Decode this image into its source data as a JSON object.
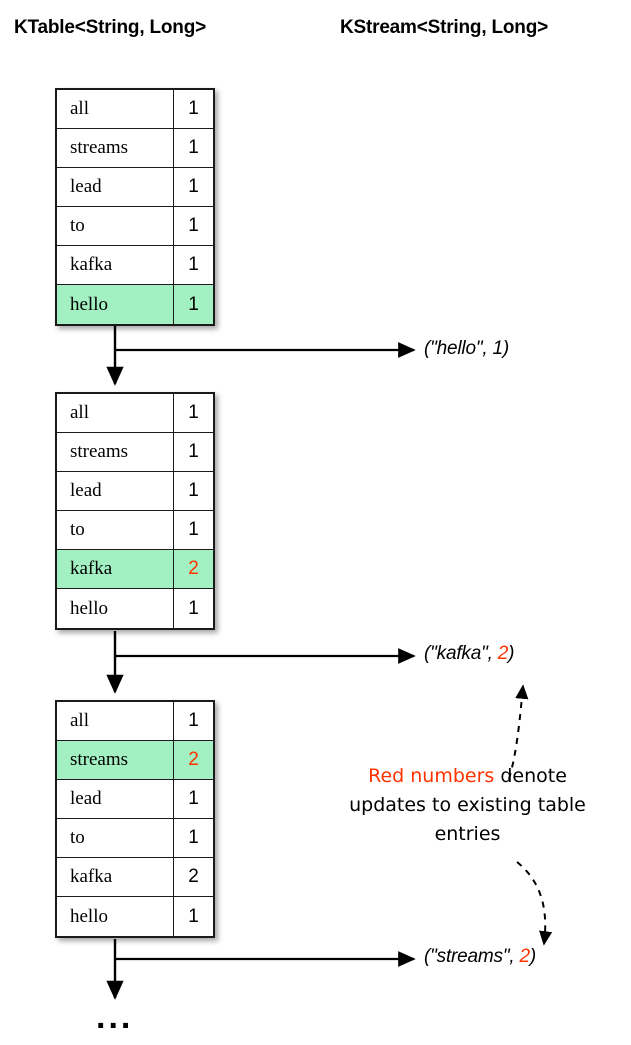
{
  "headers": {
    "ktable": "KTable<String, Long>",
    "kstream": "KStream<String, Long>"
  },
  "colors": {
    "highlight_green": "#a3f0c2",
    "update_red": "#ff3300",
    "line_black": "#1a1a1a",
    "background": "#ffffff"
  },
  "tables": [
    {
      "id": "table-1",
      "rows": [
        {
          "key": "all",
          "value": "1",
          "highlight": false,
          "red": false
        },
        {
          "key": "streams",
          "value": "1",
          "highlight": false,
          "red": false
        },
        {
          "key": "lead",
          "value": "1",
          "highlight": false,
          "red": false
        },
        {
          "key": "to",
          "value": "1",
          "highlight": false,
          "red": false
        },
        {
          "key": "kafka",
          "value": "1",
          "highlight": false,
          "red": false
        },
        {
          "key": "hello",
          "value": "1",
          "highlight": true,
          "red": false
        }
      ]
    },
    {
      "id": "table-2",
      "rows": [
        {
          "key": "all",
          "value": "1",
          "highlight": false,
          "red": false
        },
        {
          "key": "streams",
          "value": "1",
          "highlight": false,
          "red": false
        },
        {
          "key": "lead",
          "value": "1",
          "highlight": false,
          "red": false
        },
        {
          "key": "to",
          "value": "1",
          "highlight": false,
          "red": false
        },
        {
          "key": "kafka",
          "value": "2",
          "highlight": true,
          "red": true
        },
        {
          "key": "hello",
          "value": "1",
          "highlight": false,
          "red": false
        }
      ]
    },
    {
      "id": "table-3",
      "rows": [
        {
          "key": "all",
          "value": "1",
          "highlight": false,
          "red": false
        },
        {
          "key": "streams",
          "value": "2",
          "highlight": true,
          "red": true
        },
        {
          "key": "lead",
          "value": "1",
          "highlight": false,
          "red": false
        },
        {
          "key": "to",
          "value": "1",
          "highlight": false,
          "red": false
        },
        {
          "key": "kafka",
          "value": "2",
          "highlight": false,
          "red": false
        },
        {
          "key": "hello",
          "value": "1",
          "highlight": false,
          "red": false
        }
      ]
    }
  ],
  "emissions": [
    {
      "id": "emit-1",
      "prefix": "(\"hello\", ",
      "value": "1",
      "suffix": ")",
      "value_red": false
    },
    {
      "id": "emit-2",
      "prefix": "(\"kafka\", ",
      "value": "2",
      "suffix": ")",
      "value_red": true
    },
    {
      "id": "emit-3",
      "prefix": "(\"streams\", ",
      "value": "2",
      "suffix": ")",
      "value_red": true
    }
  ],
  "note": {
    "red_part": "Red numbers",
    "rest": " denote updates to existing table entries"
  },
  "ellipsis": "..."
}
